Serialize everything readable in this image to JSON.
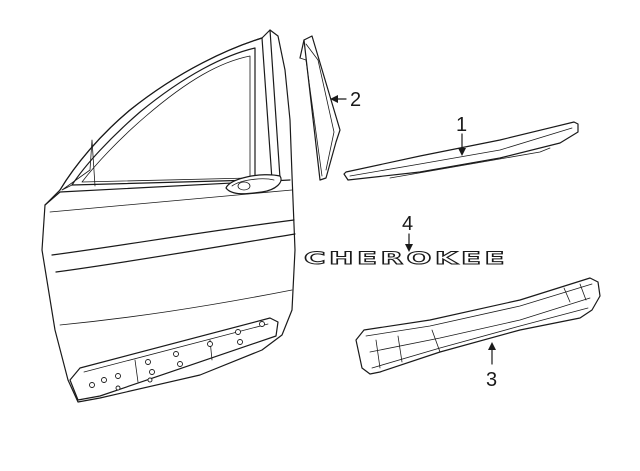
{
  "diagram": {
    "callouts": [
      {
        "id": "1",
        "label": "1"
      },
      {
        "id": "2",
        "label": "2"
      },
      {
        "id": "3",
        "label": "3"
      },
      {
        "id": "4",
        "label": "4"
      }
    ],
    "badge_text": "CHEROKEE",
    "line_color": "#1a1a1a",
    "background": "#ffffff"
  }
}
